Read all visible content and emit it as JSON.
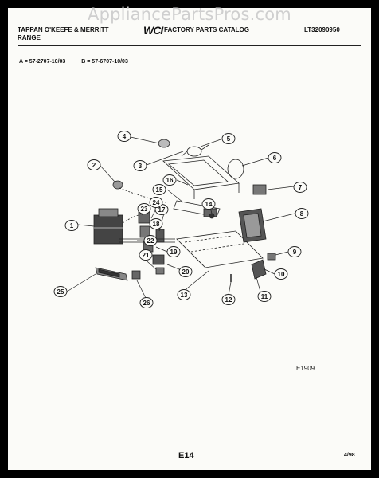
{
  "watermark": "AppliancePartsPros.com",
  "header": {
    "brand_line1": "TAPPAN O'KEEFE & MERRITT",
    "brand_line2": "RANGE",
    "logo": "WCI",
    "catalog_title": "FACTORY PARTS CATALOG",
    "catalog_code": "LT32090950"
  },
  "models": {
    "a": "A = 57-2707-10/03",
    "b": "B = 57-6707-10/03"
  },
  "callouts": [
    "1",
    "2",
    "3",
    "4",
    "5",
    "6",
    "7",
    "8",
    "9",
    "10",
    "11",
    "12",
    "13",
    "14",
    "15",
    "16",
    "17",
    "18",
    "19",
    "20",
    "21",
    "22",
    "23",
    "24",
    "25",
    "26"
  ],
  "diagram_code": "E1909",
  "footer": {
    "page": "E14",
    "date": "4/98"
  }
}
